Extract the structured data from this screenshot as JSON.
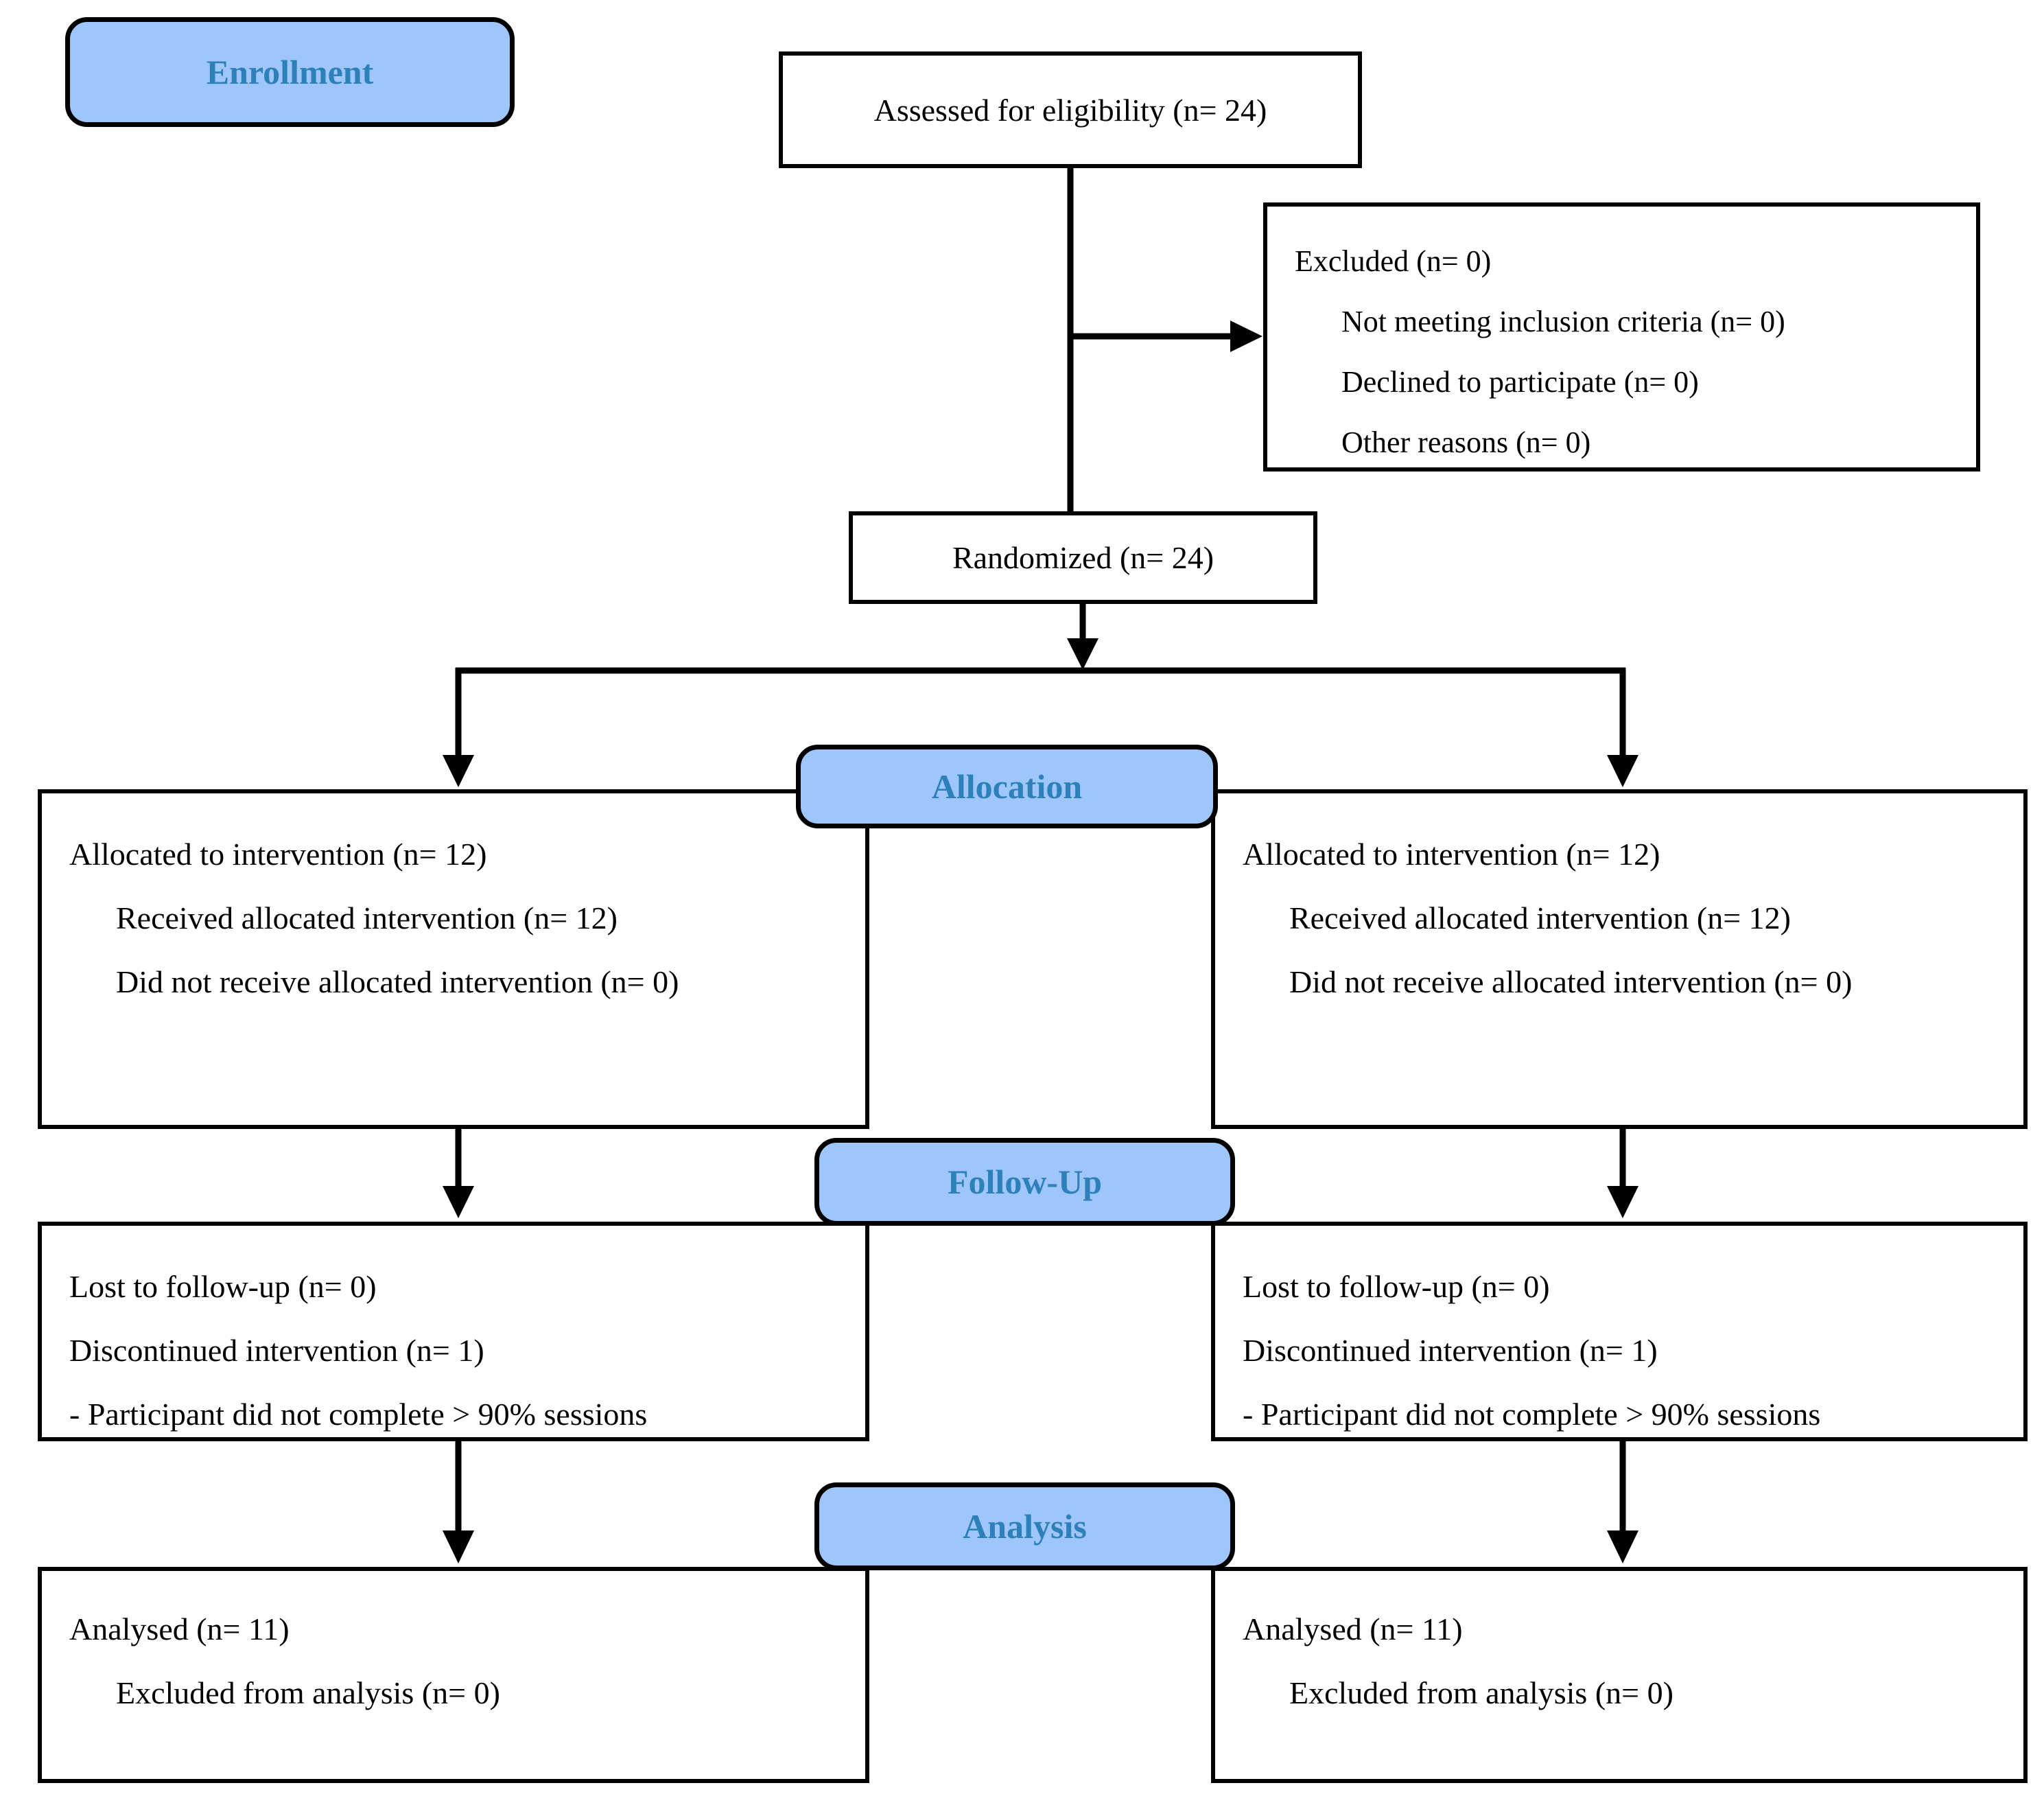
{
  "stages": {
    "enrollment": "Enrollment",
    "allocation": "Allocation",
    "followup": "Follow-Up",
    "analysis": "Analysis"
  },
  "boxes": {
    "assessed": {
      "text": "Assessed for eligibility (n= 24)"
    },
    "excluded": {
      "lines": [
        "Excluded (n= 0)",
        "Not meeting inclusion criteria (n= 0)",
        "Declined to participate (n= 0)",
        "Other reasons (n= 0)"
      ]
    },
    "randomized": {
      "text": "Randomized (n= 24)"
    },
    "allocation_left": {
      "lines": [
        "Allocated to intervention (n= 12)",
        "Received allocated intervention (n= 12)",
        "Did not receive allocated intervention (n= 0)"
      ]
    },
    "allocation_right": {
      "lines": [
        "Allocated to intervention (n= 12)",
        "Received allocated intervention (n= 12)",
        "Did not receive allocated intervention (n= 0)"
      ]
    },
    "followup_left": {
      "lines": [
        "Lost to follow-up (n= 0)",
        "Discontinued intervention (n= 1)",
        "- Participant did not complete > 90% sessions"
      ]
    },
    "followup_right": {
      "lines": [
        "Lost to follow-up (n= 0)",
        "Discontinued intervention (n= 1)",
        "- Participant did not complete > 90% sessions"
      ]
    },
    "analysis_left": {
      "lines": [
        "Analysed (n= 11)",
        "Excluded from analysis (n= 0)"
      ]
    },
    "analysis_right": {
      "lines": [
        "Analysed (n= 11)",
        "Excluded from analysis (n= 0)"
      ]
    }
  },
  "colors": {
    "stage_fill": "#9EC6FA",
    "stage_text": "#2E80B8",
    "line_color": "#000000",
    "box_bg": "#FFFFFF"
  }
}
